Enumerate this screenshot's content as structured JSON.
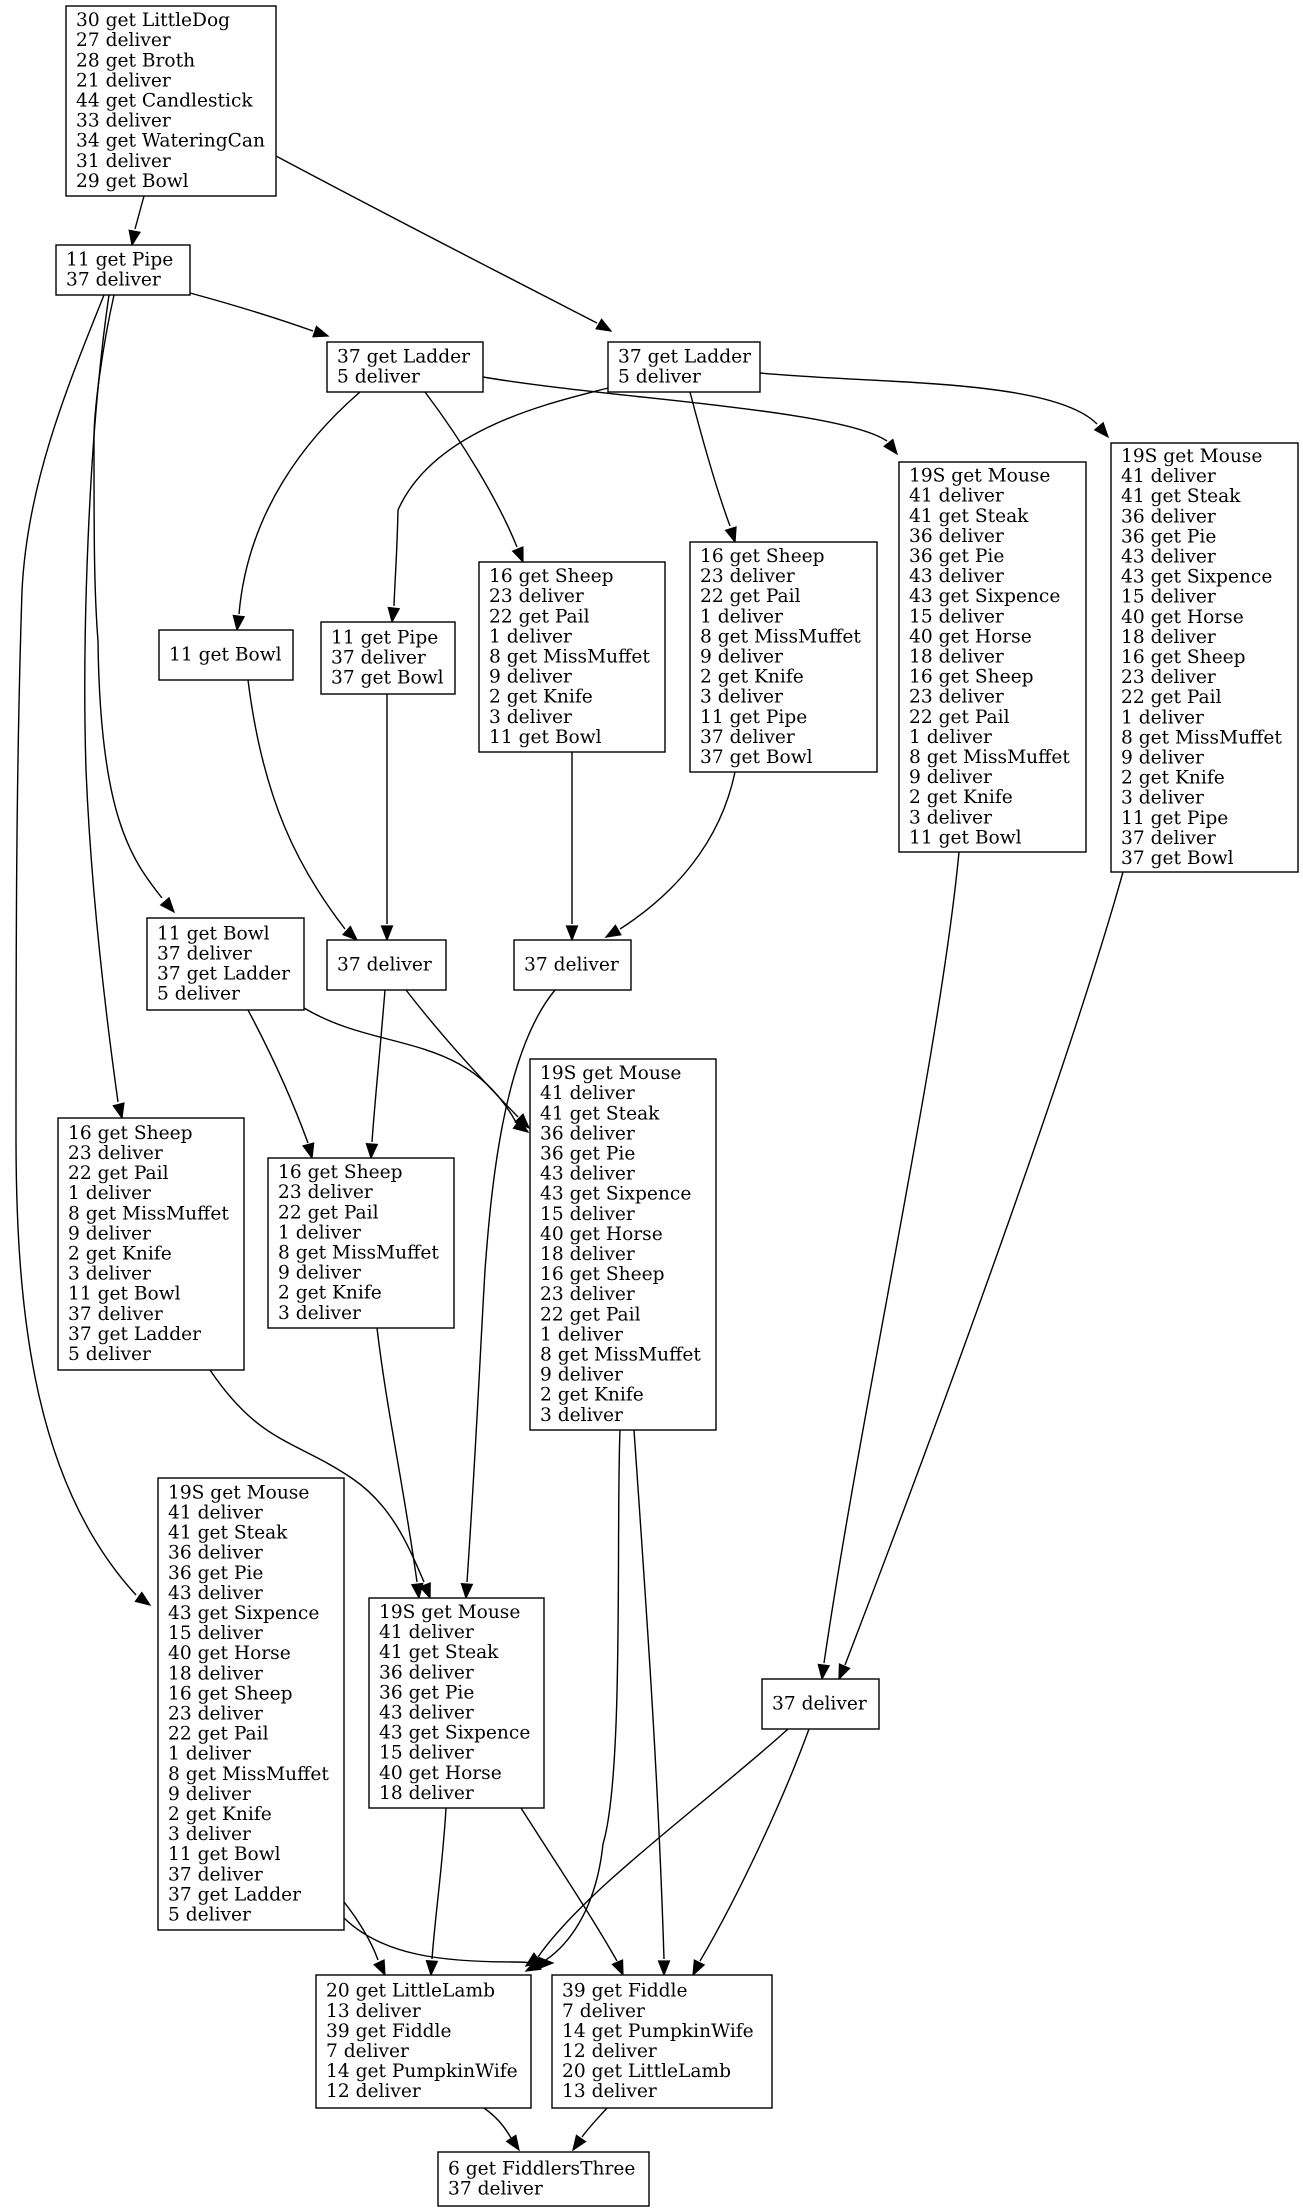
{
  "nodes": [
    {
      "id": "n1",
      "lines": [
        "30 get LittleDog",
        "27 deliver",
        "28 get Broth",
        "21 deliver",
        "44 get Candlestick",
        "33 deliver",
        "34 get WateringCan",
        "31 deliver",
        "29 get Bowl"
      ]
    },
    {
      "id": "n2",
      "lines": [
        "11 get Pipe",
        "37 deliver"
      ]
    },
    {
      "id": "n3",
      "lines": [
        "37 get Ladder",
        "5 deliver"
      ]
    },
    {
      "id": "n4",
      "lines": [
        "37 get Ladder",
        "5 deliver"
      ]
    },
    {
      "id": "n5",
      "lines": [
        "19S get Mouse",
        "41 deliver",
        "41 get Steak",
        "36 deliver",
        "36 get Pie",
        "43 deliver",
        "43 get Sixpence",
        "15 deliver",
        "40 get Horse",
        "18 deliver",
        "16 get Sheep",
        "23 deliver",
        "22 get Pail",
        "1 deliver",
        "8 get MissMuffet",
        "9 deliver",
        "2 get Knife",
        "3 deliver",
        "11 get Bowl"
      ]
    },
    {
      "id": "n6",
      "lines": [
        "19S get Mouse",
        "41 deliver",
        "41 get Steak",
        "36 deliver",
        "36 get Pie",
        "43 deliver",
        "43 get Sixpence",
        "15 deliver",
        "40 get Horse",
        "18 deliver",
        "16 get Sheep",
        "23 deliver",
        "22 get Pail",
        "1 deliver",
        "8 get MissMuffet",
        "9 deliver",
        "2 get Knife",
        "3 deliver",
        "11 get Pipe",
        "37 deliver",
        "37 get Bowl"
      ]
    },
    {
      "id": "n7",
      "lines": [
        "16 get Sheep",
        "23 deliver",
        "22 get Pail",
        "1 deliver",
        "8 get MissMuffet",
        "9 deliver",
        "2 get Knife",
        "3 deliver",
        "11 get Bowl"
      ]
    },
    {
      "id": "n8",
      "lines": [
        "16 get Sheep",
        "23 deliver",
        "22 get Pail",
        "1 deliver",
        "8 get MissMuffet",
        "9 deliver",
        "2 get Knife",
        "3 deliver",
        "11 get Pipe",
        "37 deliver",
        "37 get Bowl"
      ]
    },
    {
      "id": "n9",
      "lines": [
        "11 get Bowl"
      ]
    },
    {
      "id": "n10",
      "lines": [
        "11 get Pipe",
        "37 deliver",
        "37 get Bowl"
      ]
    },
    {
      "id": "n11",
      "lines": [
        "11 get Bowl",
        "37 deliver",
        "37 get Ladder",
        "5 deliver"
      ]
    },
    {
      "id": "n12",
      "lines": [
        "37 deliver"
      ]
    },
    {
      "id": "n13",
      "lines": [
        "37 deliver"
      ]
    },
    {
      "id": "n14",
      "lines": [
        "19S get Mouse",
        "41 deliver",
        "41 get Steak",
        "36 deliver",
        "36 get Pie",
        "43 deliver",
        "43 get Sixpence",
        "15 deliver",
        "40 get Horse",
        "18 deliver",
        "16 get Sheep",
        "23 deliver",
        "22 get Pail",
        "1 deliver",
        "8 get MissMuffet",
        "9 deliver",
        "2 get Knife",
        "3 deliver"
      ]
    },
    {
      "id": "n15",
      "lines": [
        "16 get Sheep",
        "23 deliver",
        "22 get Pail",
        "1 deliver",
        "8 get MissMuffet",
        "9 deliver",
        "2 get Knife",
        "3 deliver",
        "11 get Bowl",
        "37 deliver",
        "37 get Ladder",
        "5 deliver"
      ]
    },
    {
      "id": "n16",
      "lines": [
        "16 get Sheep",
        "23 deliver",
        "22 get Pail",
        "1 deliver",
        "8 get MissMuffet",
        "9 deliver",
        "2 get Knife",
        "3 deliver"
      ]
    },
    {
      "id": "n17",
      "lines": [
        "19S get Mouse",
        "41 deliver",
        "41 get Steak",
        "36 deliver",
        "36 get Pie",
        "43 deliver",
        "43 get Sixpence",
        "15 deliver",
        "40 get Horse",
        "18 deliver",
        "16 get Sheep",
        "23 deliver",
        "22 get Pail",
        "1 deliver",
        "8 get MissMuffet",
        "9 deliver",
        "2 get Knife",
        "3 deliver",
        "11 get Bowl",
        "37 deliver",
        "37 get Ladder",
        "5 deliver"
      ]
    },
    {
      "id": "n18",
      "lines": [
        "19S get Mouse",
        "41 deliver",
        "41 get Steak",
        "36 deliver",
        "36 get Pie",
        "43 deliver",
        "43 get Sixpence",
        "15 deliver",
        "40 get Horse",
        "18 deliver"
      ]
    },
    {
      "id": "n19",
      "lines": [
        "37 deliver"
      ]
    },
    {
      "id": "n20",
      "lines": [
        "20 get LittleLamb",
        "13 deliver",
        "39 get Fiddle",
        "7 deliver",
        "14 get PumpkinWife",
        "12 deliver"
      ]
    },
    {
      "id": "n21",
      "lines": [
        "39 get Fiddle",
        "7 deliver",
        "14 get PumpkinWife",
        "12 deliver",
        "20 get LittleLamb",
        "13 deliver"
      ]
    },
    {
      "id": "n22",
      "lines": [
        "6 get FiddlersThree",
        "37 deliver"
      ]
    }
  ],
  "edges": [
    {
      "from": "n1",
      "to": "n2"
    },
    {
      "from": "n1",
      "to": "n4"
    },
    {
      "from": "n2",
      "to": "n3"
    },
    {
      "from": "n2",
      "to": "n11"
    },
    {
      "from": "n2",
      "to": "n15"
    },
    {
      "from": "n2",
      "to": "n17"
    },
    {
      "from": "n3",
      "to": "n5"
    },
    {
      "from": "n3",
      "to": "n7"
    },
    {
      "from": "n3",
      "to": "n9"
    },
    {
      "from": "n4",
      "to": "n6"
    },
    {
      "from": "n4",
      "to": "n8"
    },
    {
      "from": "n4",
      "to": "n10"
    },
    {
      "from": "n5",
      "to": "n19"
    },
    {
      "from": "n6",
      "to": "n19"
    },
    {
      "from": "n7",
      "to": "n13"
    },
    {
      "from": "n8",
      "to": "n13"
    },
    {
      "from": "n9",
      "to": "n12"
    },
    {
      "from": "n10",
      "to": "n12"
    },
    {
      "from": "n11",
      "to": "n14"
    },
    {
      "from": "n11",
      "to": "n16"
    },
    {
      "from": "n12",
      "to": "n14"
    },
    {
      "from": "n12",
      "to": "n16"
    },
    {
      "from": "n13",
      "to": "n18"
    },
    {
      "from": "n14",
      "to": "n20"
    },
    {
      "from": "n14",
      "to": "n21"
    },
    {
      "from": "n15",
      "to": "n18"
    },
    {
      "from": "n16",
      "to": "n18"
    },
    {
      "from": "n17",
      "to": "n20"
    },
    {
      "from": "n17",
      "to": "n21"
    },
    {
      "from": "n18",
      "to": "n20"
    },
    {
      "from": "n18",
      "to": "n21"
    },
    {
      "from": "n19",
      "to": "n20"
    },
    {
      "from": "n19",
      "to": "n21"
    },
    {
      "from": "n20",
      "to": "n22"
    },
    {
      "from": "n21",
      "to": "n22"
    }
  ]
}
